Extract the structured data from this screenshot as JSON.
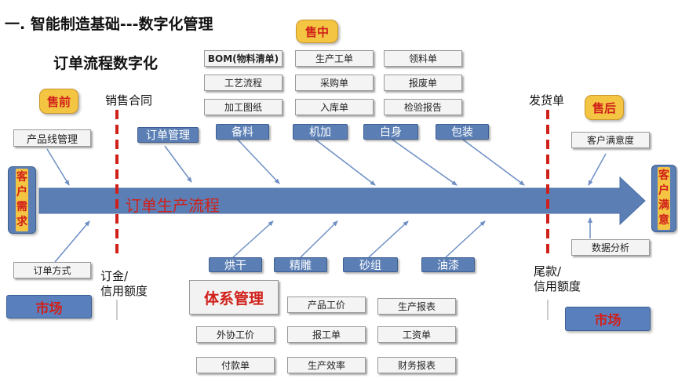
{
  "title": "一.    智能制造基础---数字化管理",
  "subtitle": "订单流程数字化",
  "badges": {
    "pre_sale": "售前",
    "in_sale": "售中",
    "after_sale": "售后"
  },
  "milestones": {
    "contract": "销售合同",
    "deposit": [
      "订金/",
      "信用额度"
    ],
    "delivery": "发货单",
    "final_payment": [
      "尾款/",
      "信用额度"
    ]
  },
  "customer_need": [
    "客",
    "户",
    "需",
    "求"
  ],
  "customer_satisfaction": [
    "客",
    "户",
    "满",
    "意"
  ],
  "flow_label": "订单生产流程",
  "presale_boxes": {
    "product_line": "产品线管理",
    "order_method": "订单方式"
  },
  "market_left": "市场",
  "market_right": "市场",
  "mid_grid": [
    [
      "BOM(物料清单)",
      "生产工单",
      "领料单"
    ],
    [
      "工艺流程",
      "采购单",
      "报废单"
    ],
    [
      "加工图纸",
      "入库单",
      "检验报告"
    ]
  ],
  "upper_stages": [
    "订单管理",
    "备料",
    "机加",
    "白身",
    "包装"
  ],
  "lower_stages": [
    "烘干",
    "精雕",
    "砂组",
    "油漆"
  ],
  "aftersale": {
    "satisfaction": "客户满意度",
    "analysis": "数据分析"
  },
  "system_title": "体系管理",
  "system_grid": [
    [
      "产品工价",
      "生产报表"
    ],
    [
      "外协工价",
      "报工单",
      "工资单"
    ],
    [
      "付款单",
      "生产效率",
      "财务报表"
    ]
  ],
  "colors": {
    "arrow": "#5b7fb5",
    "dash": "#d0201a",
    "badge": "#f4c542",
    "accent_text": "#d0201a"
  }
}
